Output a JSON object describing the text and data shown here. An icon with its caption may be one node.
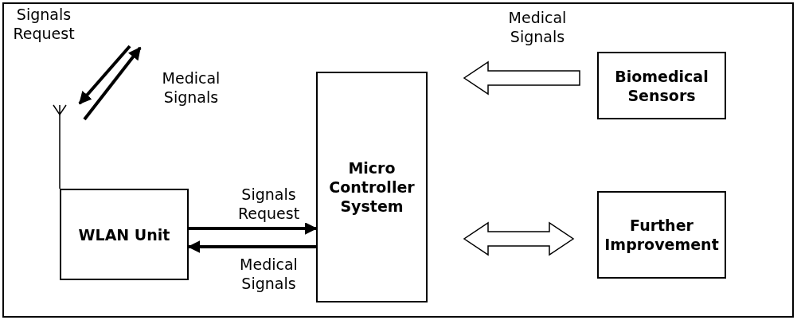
{
  "diagram": {
    "nodes": [
      {
        "text": [
          "WLAN Unit"
        ]
      },
      {
        "text": [
          "Micro Controller System"
        ]
      },
      {
        "text": [
          "Biomedical Sensors"
        ]
      },
      {
        "text": [
          "Further Improvement"
        ]
      },
      {
        "text": [],
        "shape": "antenna"
      }
    ],
    "edges": [
      {
        "from": 0,
        "to": 1,
        "arrow": "to",
        "label": "Signals Request"
      },
      {
        "from": 1,
        "to": 0,
        "arrow": "to",
        "label": "Medical Signals"
      },
      {
        "from": 2,
        "to": 1,
        "arrow": "to",
        "label": "Medical Signals",
        "style": "thick"
      },
      {
        "from": 1,
        "to": 3,
        "arrow": "both",
        "style": "thick"
      },
      {
        "from": null,
        "to": 4,
        "arrow": "to",
        "label": "Signals Request"
      },
      {
        "from": 4,
        "to": null,
        "arrow": "to",
        "label": "Medical Signals"
      }
    ]
  }
}
